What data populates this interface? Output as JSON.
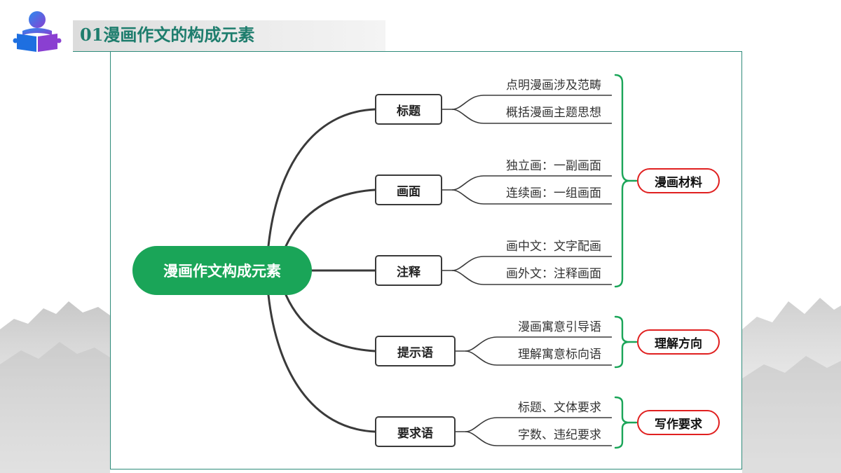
{
  "header": {
    "title": "01漫画作文的构成元素"
  },
  "diagram": {
    "root": "漫画作文构成元素",
    "branches": [
      {
        "label": "标题",
        "leaves": [
          "点明漫画涉及范畴",
          "概括漫画主题思想"
        ]
      },
      {
        "label": "画面",
        "leaves": [
          "独立画：一副画面",
          "连续画：一组画面"
        ]
      },
      {
        "label": "注释",
        "leaves": [
          "画中文：文字配画",
          "画外文：注释画面"
        ]
      },
      {
        "label": "提示语",
        "leaves": [
          "漫画寓意引导语",
          "理解寓意标向语"
        ]
      },
      {
        "label": "要求语",
        "leaves": [
          "标题、文体要求",
          "字数、违纪要求"
        ]
      }
    ],
    "groups": [
      {
        "label": "漫画材料"
      },
      {
        "label": "理解方向"
      },
      {
        "label": "写作要求"
      }
    ]
  },
  "colors": {
    "accent_green": "#1aa558",
    "header_teal": "#1e7d6d",
    "group_border_red": "#e02020",
    "brace_green": "#1aa558",
    "logo_blue": "#1e6fe0",
    "logo_purple": "#8a3fd1"
  },
  "icons": {
    "logo": "reader-book-icon"
  }
}
